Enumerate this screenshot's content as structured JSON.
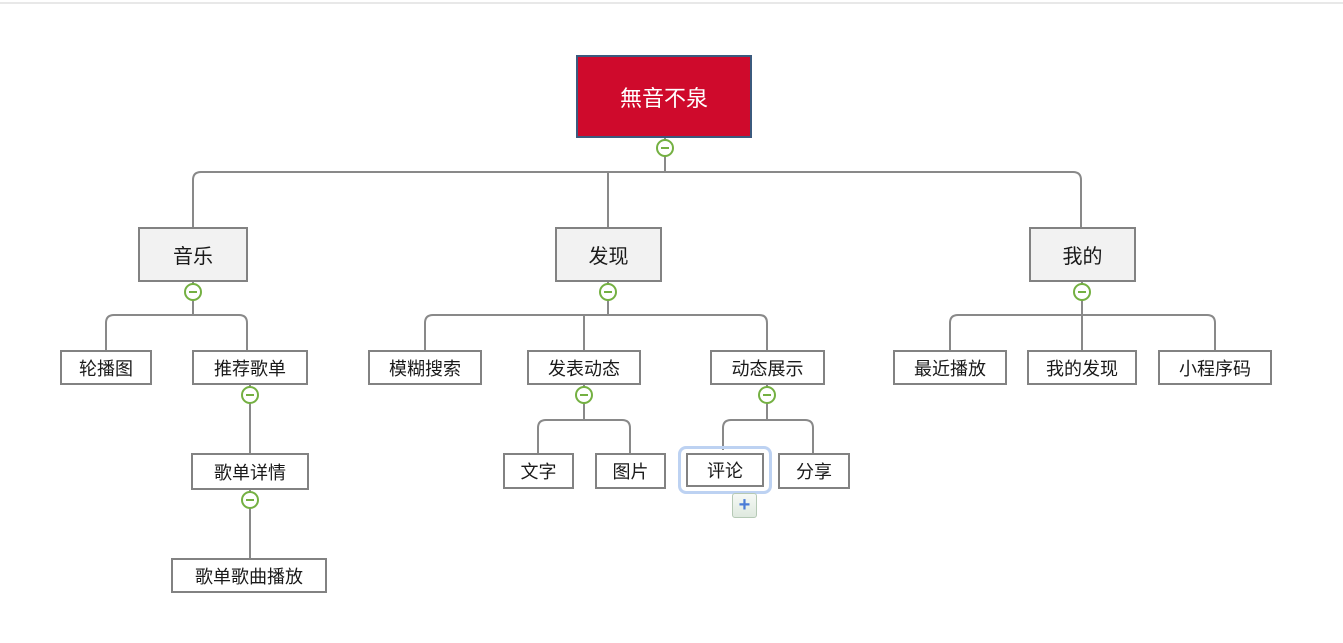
{
  "app": {
    "name": "mind-map-editor"
  },
  "colors": {
    "root_fill": "#cf0a2c",
    "root_border": "#3b5a7e",
    "root_text": "#ffffff",
    "branch_fill": "#f2f2f2",
    "leaf_fill": "#ffffff",
    "node_border": "#828282",
    "connector": "#898989",
    "collapse_green": "#74b042",
    "selection_blue": "#bdd2f2",
    "add_plus_blue": "#4a7cd6",
    "top_border": "#e8e8e8"
  },
  "icons": {
    "collapse": "minus-circle-icon",
    "add": "plus-icon"
  },
  "ui": {
    "add_button": {
      "glyph": "+"
    },
    "selected_node": "评论"
  },
  "tree": {
    "label": "無音不泉",
    "children": [
      {
        "label": "音乐",
        "children": [
          {
            "label": "轮播图"
          },
          {
            "label": "推荐歌单",
            "children": [
              {
                "label": "歌单详情",
                "children": [
                  {
                    "label": "歌单歌曲播放"
                  }
                ]
              }
            ]
          }
        ]
      },
      {
        "label": "发现",
        "children": [
          {
            "label": "模糊搜索"
          },
          {
            "label": "发表动态",
            "children": [
              {
                "label": "文字"
              },
              {
                "label": "图片"
              }
            ]
          },
          {
            "label": "动态展示",
            "children": [
              {
                "label": "评论",
                "selected": true
              },
              {
                "label": "分享"
              }
            ]
          }
        ]
      },
      {
        "label": "我的",
        "children": [
          {
            "label": "最近播放"
          },
          {
            "label": "我的发现"
          },
          {
            "label": "小程序码"
          }
        ]
      }
    ]
  }
}
